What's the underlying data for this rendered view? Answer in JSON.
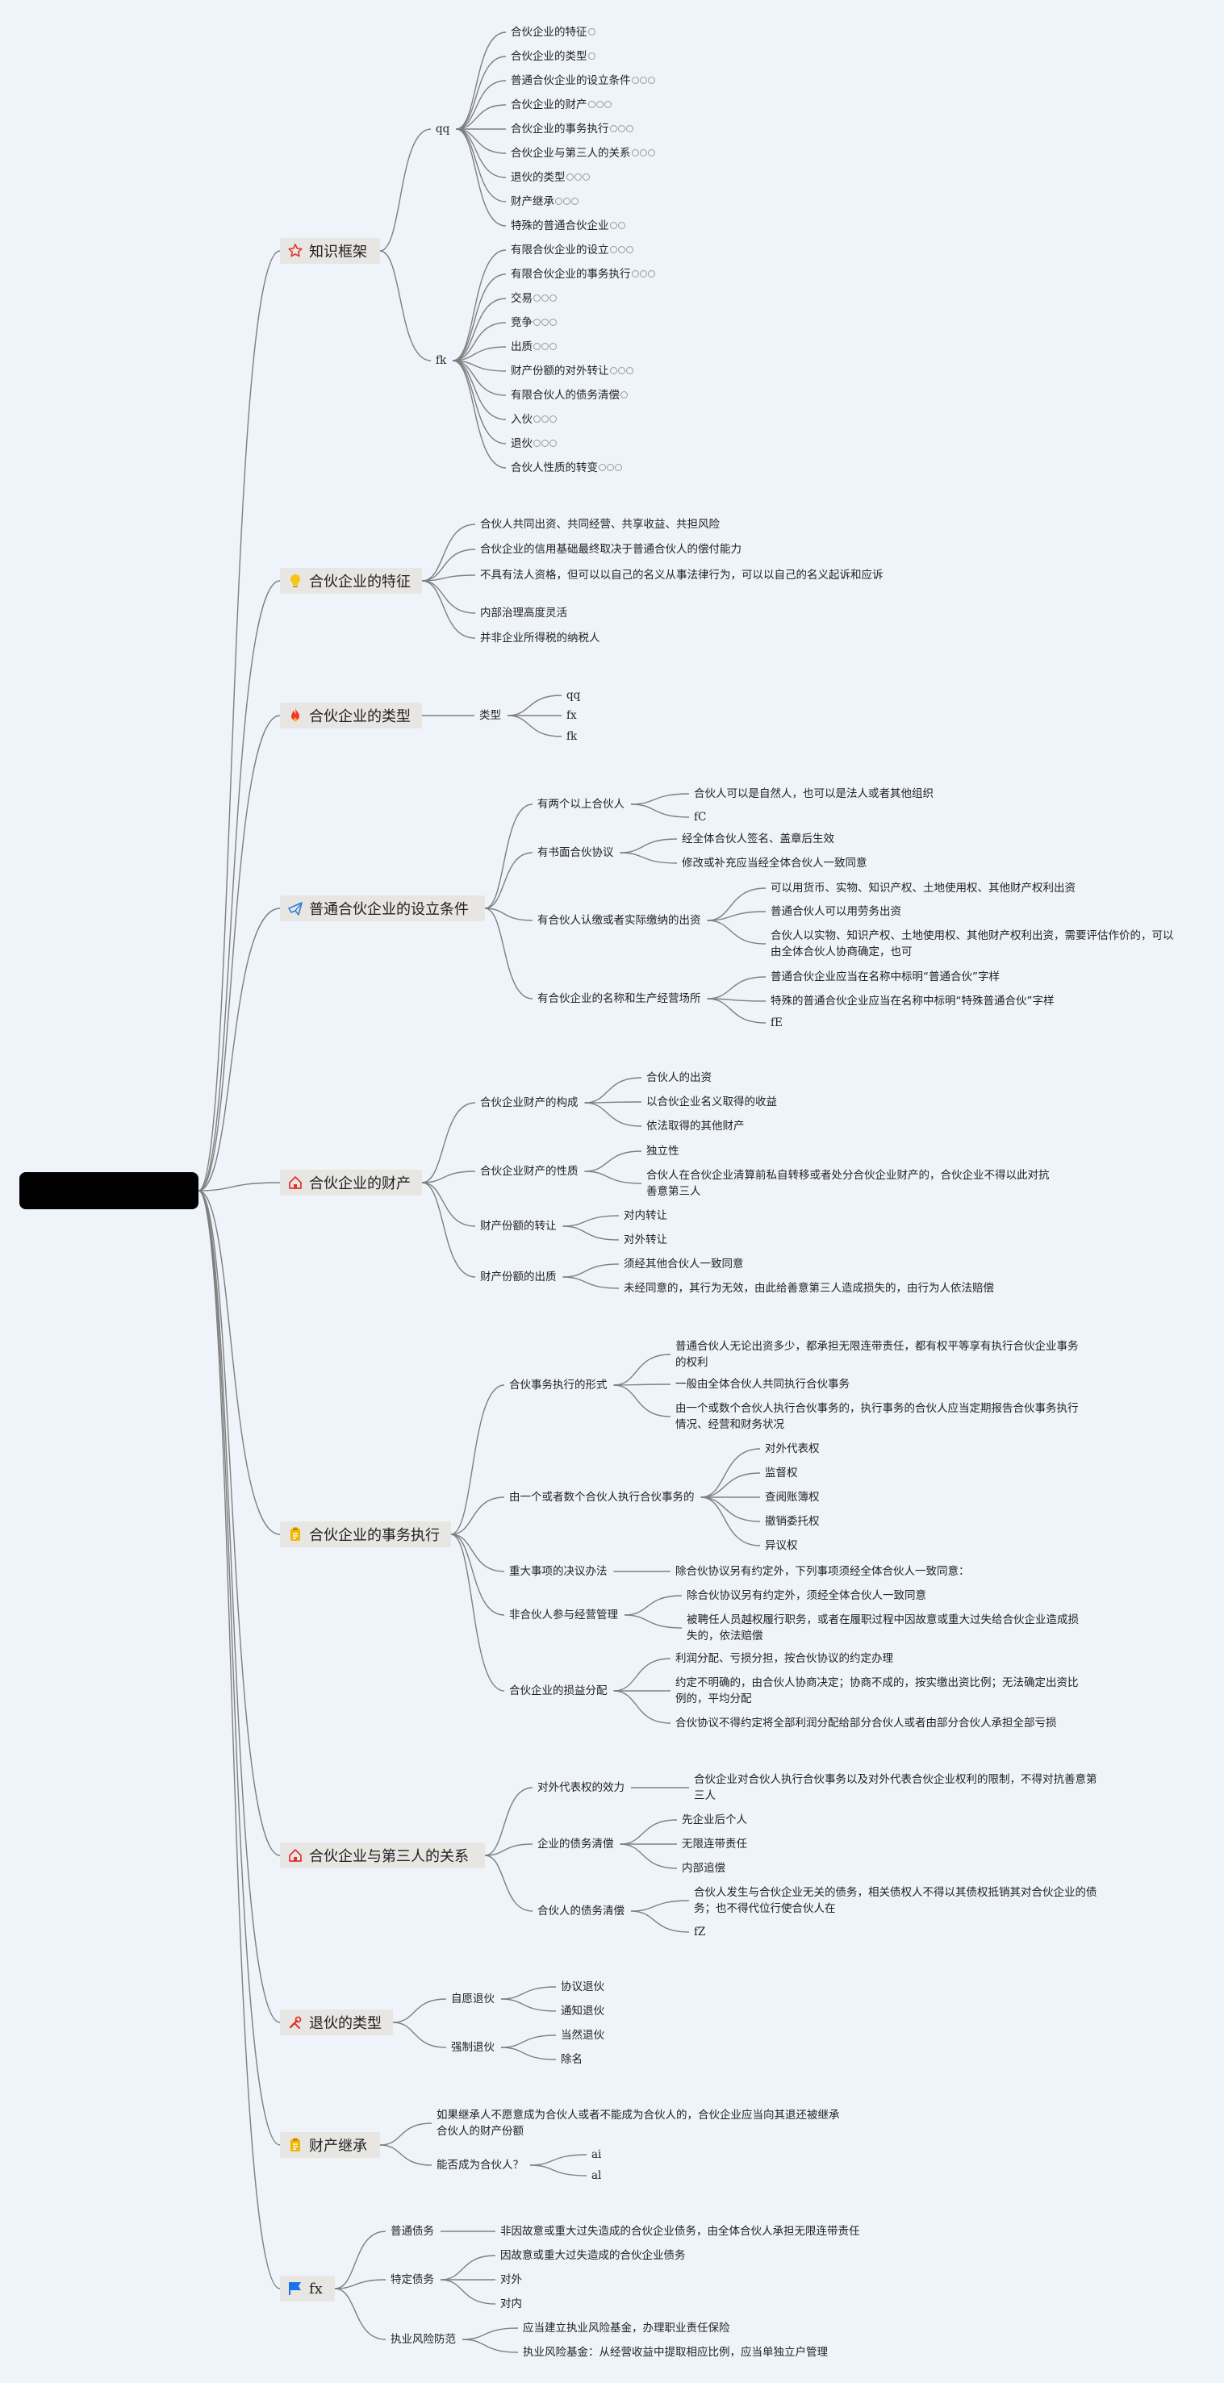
{
  "root": {
    "label": ""
  },
  "topics": [
    {
      "id": "t0",
      "label": "知识框架",
      "icon": "star-icon",
      "children": [
        {
          "id": "t0a",
          "label": "qq",
          "children": [
            {
              "label": "合伙企业的特征",
              "marks": 1
            },
            {
              "label": "合伙企业的类型",
              "marks": 1
            },
            {
              "label": "普通合伙企业的设立条件",
              "marks": 3
            },
            {
              "label": "合伙企业的财产",
              "marks": 3
            },
            {
              "label": "合伙企业的事务执行",
              "marks": 3
            },
            {
              "label": "合伙企业与第三人的关系",
              "marks": 3
            },
            {
              "label": "退伙的类型",
              "marks": 3
            },
            {
              "label": "财产继承",
              "marks": 3
            },
            {
              "label": "特殊的普通合伙企业",
              "marks": 2
            }
          ]
        },
        {
          "id": "t0b",
          "label": "fk",
          "children": [
            {
              "label": "有限合伙企业的设立",
              "marks": 3
            },
            {
              "label": "有限合伙企业的事务执行",
              "marks": 3
            },
            {
              "label": "交易",
              "marks": 3
            },
            {
              "label": "竞争",
              "marks": 3
            },
            {
              "label": "出质",
              "marks": 3
            },
            {
              "label": "财产份额的对外转让",
              "marks": 3
            },
            {
              "label": "有限合伙人的债务清偿",
              "marks": 1
            },
            {
              "label": "入伙",
              "marks": 3
            },
            {
              "label": "退伙",
              "marks": 3
            },
            {
              "label": "合伙人性质的转变",
              "marks": 3
            }
          ]
        }
      ]
    },
    {
      "id": "t1",
      "label": "合伙企业的特征",
      "icon": "lightbulb-icon",
      "children": [
        {
          "label": "合伙人共同出资、共同经营、共享收益、共担风险"
        },
        {
          "label": "合伙企业的信用基础最终取决于普通合伙人的偿付能力"
        },
        {
          "label": "不具有法人资格，但可以以自己的名义从事法律行为，可以以自己的名义起诉和应诉"
        },
        {
          "label": "内部治理高度灵活"
        },
        {
          "label": "并非企业所得税的纳税人"
        }
      ]
    },
    {
      "id": "t2",
      "label": "合伙企业的类型",
      "icon": "fire-icon",
      "children": [
        {
          "label": "类型",
          "children": [
            {
              "label": "qq"
            },
            {
              "label": "fx"
            },
            {
              "label": "fk"
            }
          ]
        }
      ]
    },
    {
      "id": "t3",
      "label": "普通合伙企业的设立条件",
      "icon": "paper-plane-icon",
      "children": [
        {
          "label": "有两个以上合伙人",
          "children": [
            {
              "label": "合伙人可以是自然人，也可以是法人或者其他组织"
            },
            {
              "label": "fC"
            }
          ]
        },
        {
          "label": "有书面合伙协议",
          "children": [
            {
              "label": "经全体合伙人签名、盖章后生效"
            },
            {
              "label": "修改或补充应当经全体合伙人一致同意"
            }
          ]
        },
        {
          "label": "有合伙人认缴或者实际缴纳的出资",
          "children": [
            {
              "label": "可以用货币、实物、知识产权、土地使用权、其他财产权利出资"
            },
            {
              "label": "普通合伙人可以用劳务出资"
            },
            {
              "label": "合伙人以实物、知识产权、土地使用权、其他财产权利出资，需要评估作价的，可以由全体合伙人协商确定，也可"
            }
          ]
        },
        {
          "label": "有合伙企业的名称和生产经营场所",
          "children": [
            {
              "label": "普通合伙企业应当在名称中标明“普通合伙”字样"
            },
            {
              "label": "特殊的普通合伙企业应当在名称中标明“特殊普通合伙”字样"
            },
            {
              "label": "fE"
            }
          ]
        }
      ]
    },
    {
      "id": "t4",
      "label": "合伙企业的财产",
      "icon": "house-icon",
      "children": [
        {
          "label": "合伙企业财产的构成",
          "children": [
            {
              "label": "合伙人的出资"
            },
            {
              "label": "以合伙企业名义取得的收益"
            },
            {
              "label": "依法取得的其他财产"
            }
          ]
        },
        {
          "label": "合伙企业财产的性质",
          "children": [
            {
              "label": "独立性"
            },
            {
              "label": "合伙人在合伙企业清算前私自转移或者处分合伙企业财产的，合伙企业不得以此对抗善意第三人"
            }
          ]
        },
        {
          "label": "财产份额的转让",
          "children": [
            {
              "label": "对内转让"
            },
            {
              "label": "对外转让"
            }
          ]
        },
        {
          "label": "财产份额的出质",
          "children": [
            {
              "label": "须经其他合伙人一致同意"
            },
            {
              "label": "未经同意的，其行为无效，由此给善意第三人造成损失的，由行为人依法赔偿"
            }
          ]
        }
      ]
    },
    {
      "id": "t5",
      "label": "合伙企业的事务执行",
      "icon": "clipboard-icon",
      "children": [
        {
          "label": "合伙事务执行的形式",
          "children": [
            {
              "label": "普通合伙人无论出资多少，都承担无限连带责任，都有权平等享有执行合伙企业事务的权利"
            },
            {
              "label": "一般由全体合伙人共同执行合伙事务"
            },
            {
              "label": "由一个或数个合伙人执行合伙事务的，执行事务的合伙人应当定期报告合伙事务执行情况、经营和财务状况"
            }
          ]
        },
        {
          "label": "由一个或者数个合伙人执行合伙事务的",
          "children": [
            {
              "label": "对外代表权"
            },
            {
              "label": "监督权"
            },
            {
              "label": "查阅账簿权"
            },
            {
              "label": "撤销委托权"
            },
            {
              "label": "异议权"
            }
          ]
        },
        {
          "label": "重大事项的决议办法",
          "children": [
            {
              "label": "除合伙协议另有约定外，下列事项须经全体合伙人一致同意："
            }
          ]
        },
        {
          "label": "非合伙人参与经营管理",
          "children": [
            {
              "label": "除合伙协议另有约定外，须经全体合伙人一致同意"
            },
            {
              "label": "被聘任人员越权履行职务，或者在履职过程中因故意或重大过失给合伙企业造成损失的，依法赔偿"
            }
          ]
        },
        {
          "label": "合伙企业的损益分配",
          "children": [
            {
              "label": "利润分配、亏损分担，按合伙协议的约定办理"
            },
            {
              "label": "约定不明确的，由合伙人协商决定；协商不成的，按实缴出资比例；无法确定出资比例的，平均分配"
            },
            {
              "label": "合伙协议不得约定将全部利润分配给部分合伙人或者由部分合伙人承担全部亏损"
            }
          ]
        }
      ]
    },
    {
      "id": "t6",
      "label": "合伙企业与第三人的关系",
      "icon": "house-icon",
      "children": [
        {
          "label": "对外代表权的效力",
          "children": [
            {
              "label": "合伙企业对合伙人执行合伙事务以及对外代表合伙企业权利的限制，不得对抗善意第三人"
            }
          ]
        },
        {
          "label": "企业的债务清偿",
          "children": [
            {
              "label": "先企业后个人"
            },
            {
              "label": "无限连带责任"
            },
            {
              "label": "内部追偿"
            }
          ]
        },
        {
          "label": "合伙人的债务清偿",
          "children": [
            {
              "label": "合伙人发生与合伙企业无关的债务，相关债权人不得以其债权抵销其对合伙企业的债务；也不得代位行使合伙人在"
            },
            {
              "label": "fZ"
            }
          ]
        }
      ]
    },
    {
      "id": "t7",
      "label": "退伙的类型",
      "icon": "tools-icon",
      "children": [
        {
          "label": "自愿退伙",
          "children": [
            {
              "label": "协议退伙"
            },
            {
              "label": "通知退伙"
            }
          ]
        },
        {
          "label": "强制退伙",
          "children": [
            {
              "label": "当然退伙"
            },
            {
              "label": "除名"
            }
          ]
        }
      ]
    },
    {
      "id": "t8",
      "label": "财产继承",
      "icon": "clipboard-icon",
      "children": [
        {
          "label": "如果继承人不愿意成为合伙人或者不能成为合伙人的，合伙企业应当向其退还被继承合伙人的财产份额"
        },
        {
          "label": "能否成为合伙人？",
          "children": [
            {
              "label": "ai"
            },
            {
              "label": "al"
            }
          ]
        }
      ]
    },
    {
      "id": "t9",
      "label": "fx",
      "icon": "flag-icon",
      "children": [
        {
          "label": "普通债务",
          "children": [
            {
              "label": "非因故意或重大过失造成的合伙企业债务，由全体合伙人承担无限连带责任"
            }
          ]
        },
        {
          "label": "特定债务",
          "children": [
            {
              "label": "因故意或重大过失造成的合伙企业债务"
            },
            {
              "label": "对外"
            },
            {
              "label": "对内"
            }
          ]
        },
        {
          "label": "执业风险防范",
          "children": [
            {
              "label": "应当建立执业风险基金，办理职业责任保险"
            },
            {
              "label": "执业风险基金：从经营收益中提取相应比例，应当单独立户管理"
            }
          ]
        }
      ]
    }
  ],
  "colors": {
    "background": "#eff4fa",
    "line": "#7f7f7f",
    "topic_fill": "#e8e6e3",
    "root_fill": "#000000"
  }
}
